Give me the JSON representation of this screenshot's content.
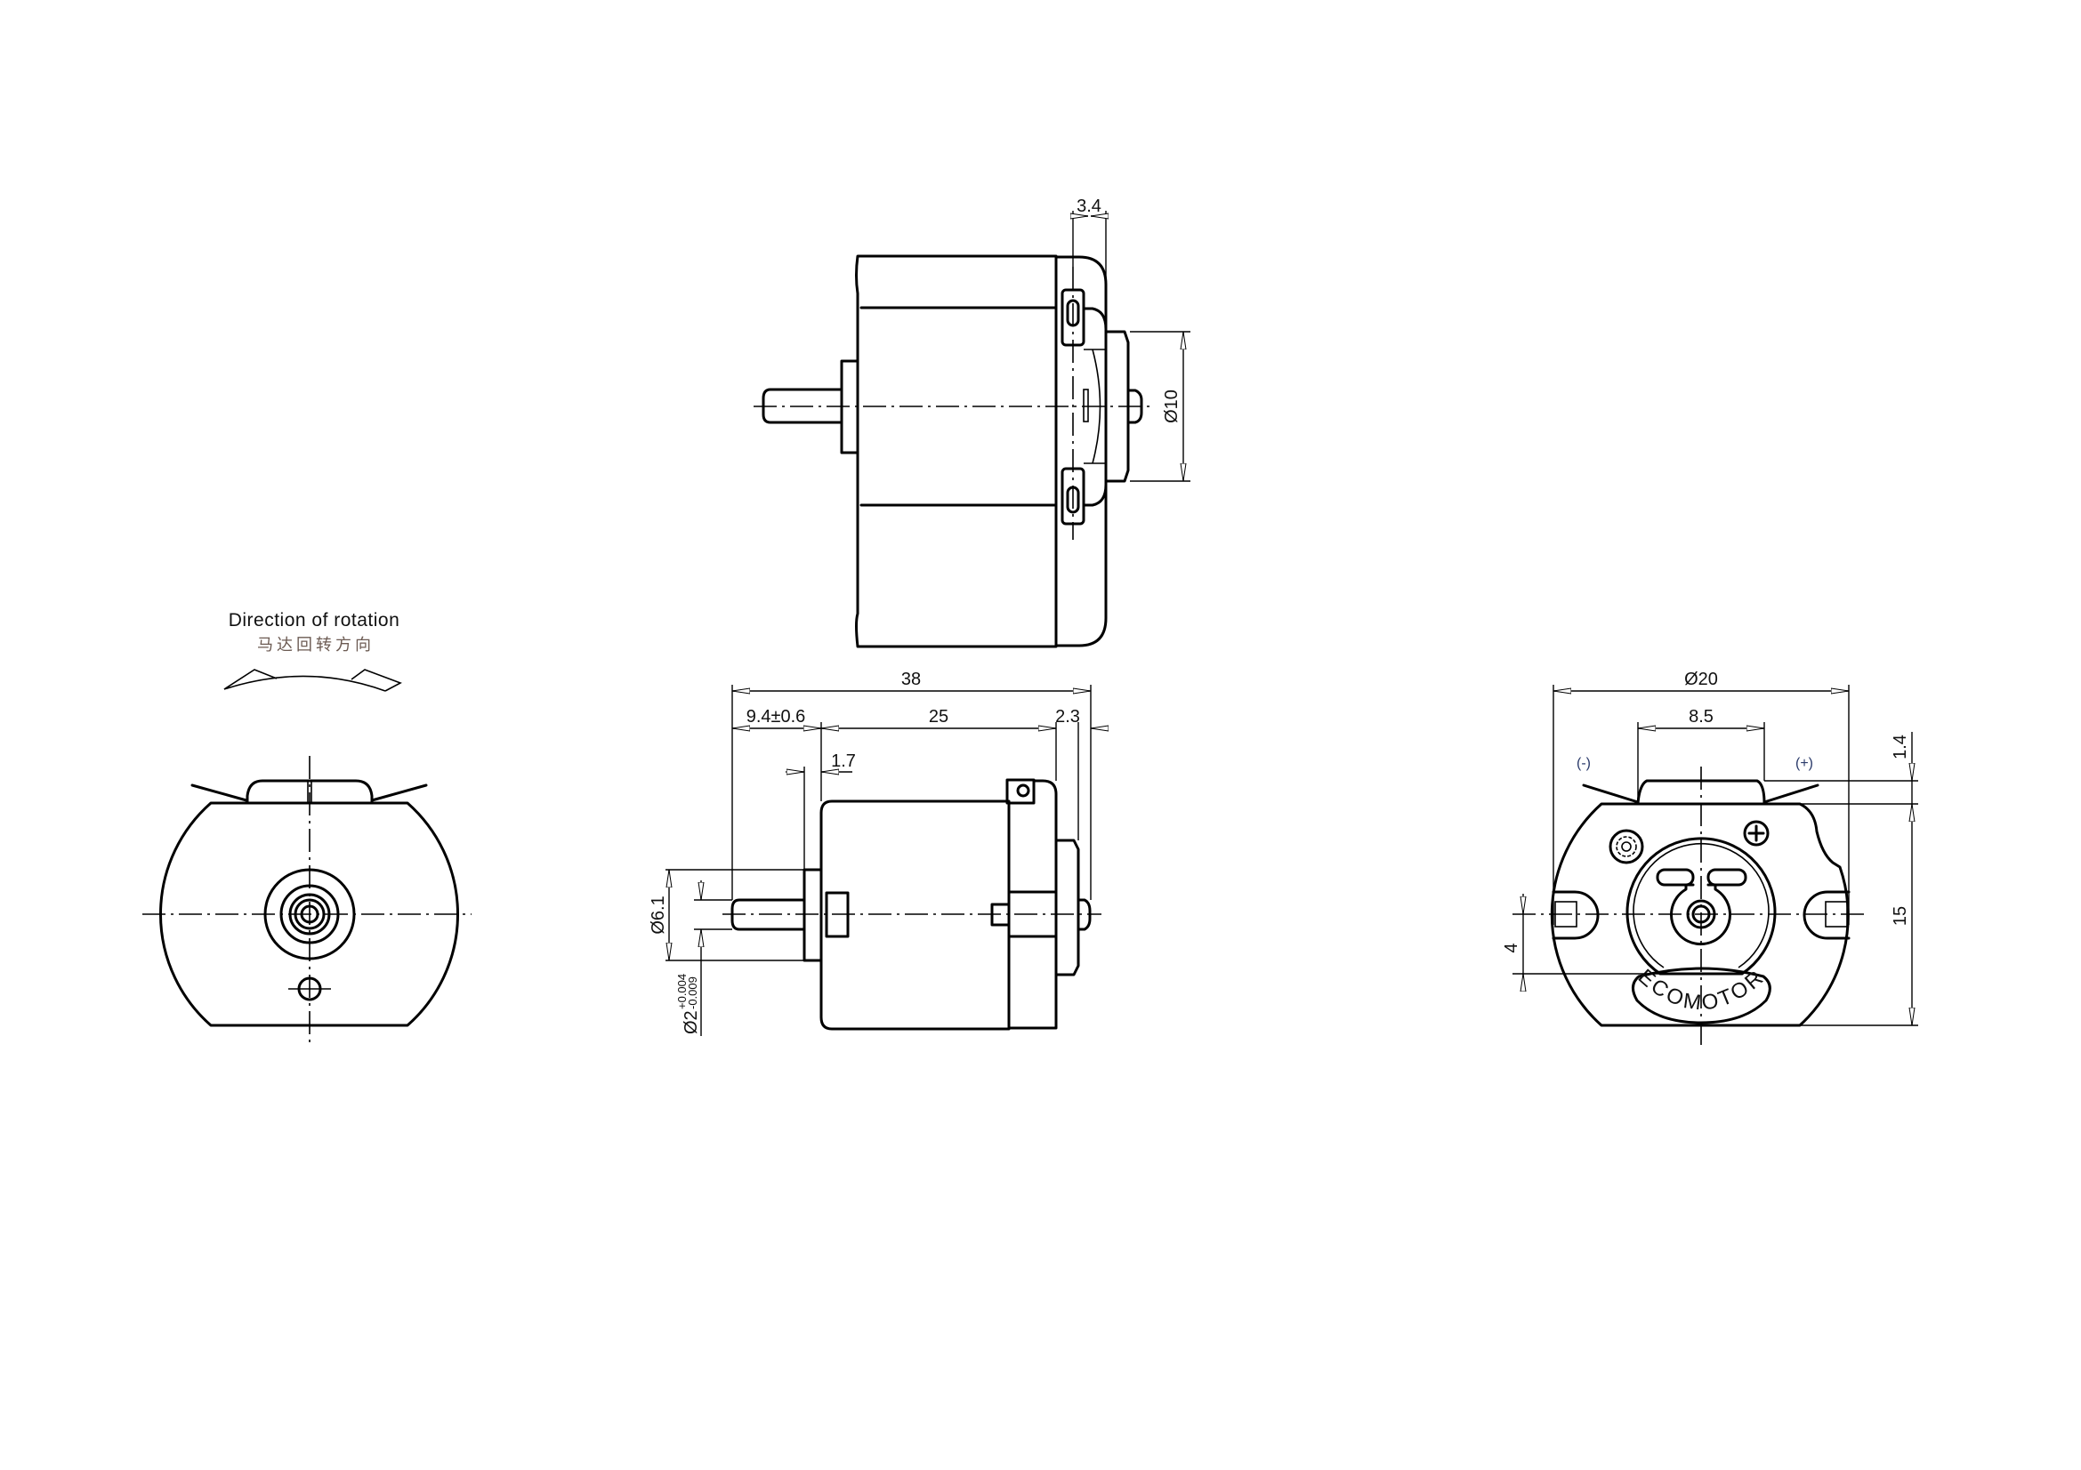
{
  "rotation": {
    "title_en": "Direction of rotation",
    "title_cn": "马达回转方向"
  },
  "top_view": {
    "dim_terminal_offset": "3.4",
    "dim_boss_diameter": "Ø10"
  },
  "side_view": {
    "dim_overall_length": "38",
    "dim_shaft_length": "9.4±0.6",
    "dim_body_length": "25",
    "dim_rear_boss": "2.3",
    "dim_flange": "1.7",
    "dim_flange_diameter": "Ø6.1",
    "dim_shaft_diameter": "Ø2",
    "dim_shaft_tol_upper": "+0.004",
    "dim_shaft_tol_lower": "-0.009"
  },
  "end_view": {
    "dim_body_diameter": "Ø20",
    "dim_terminal_spacing": "8.5",
    "dim_tab_height": "1.4",
    "dim_body_height": "15",
    "dim_mount_offset": "4",
    "polarity_negative": "(-)",
    "polarity_positive": "(+)",
    "brand_logo": "ECOMOTOR"
  }
}
